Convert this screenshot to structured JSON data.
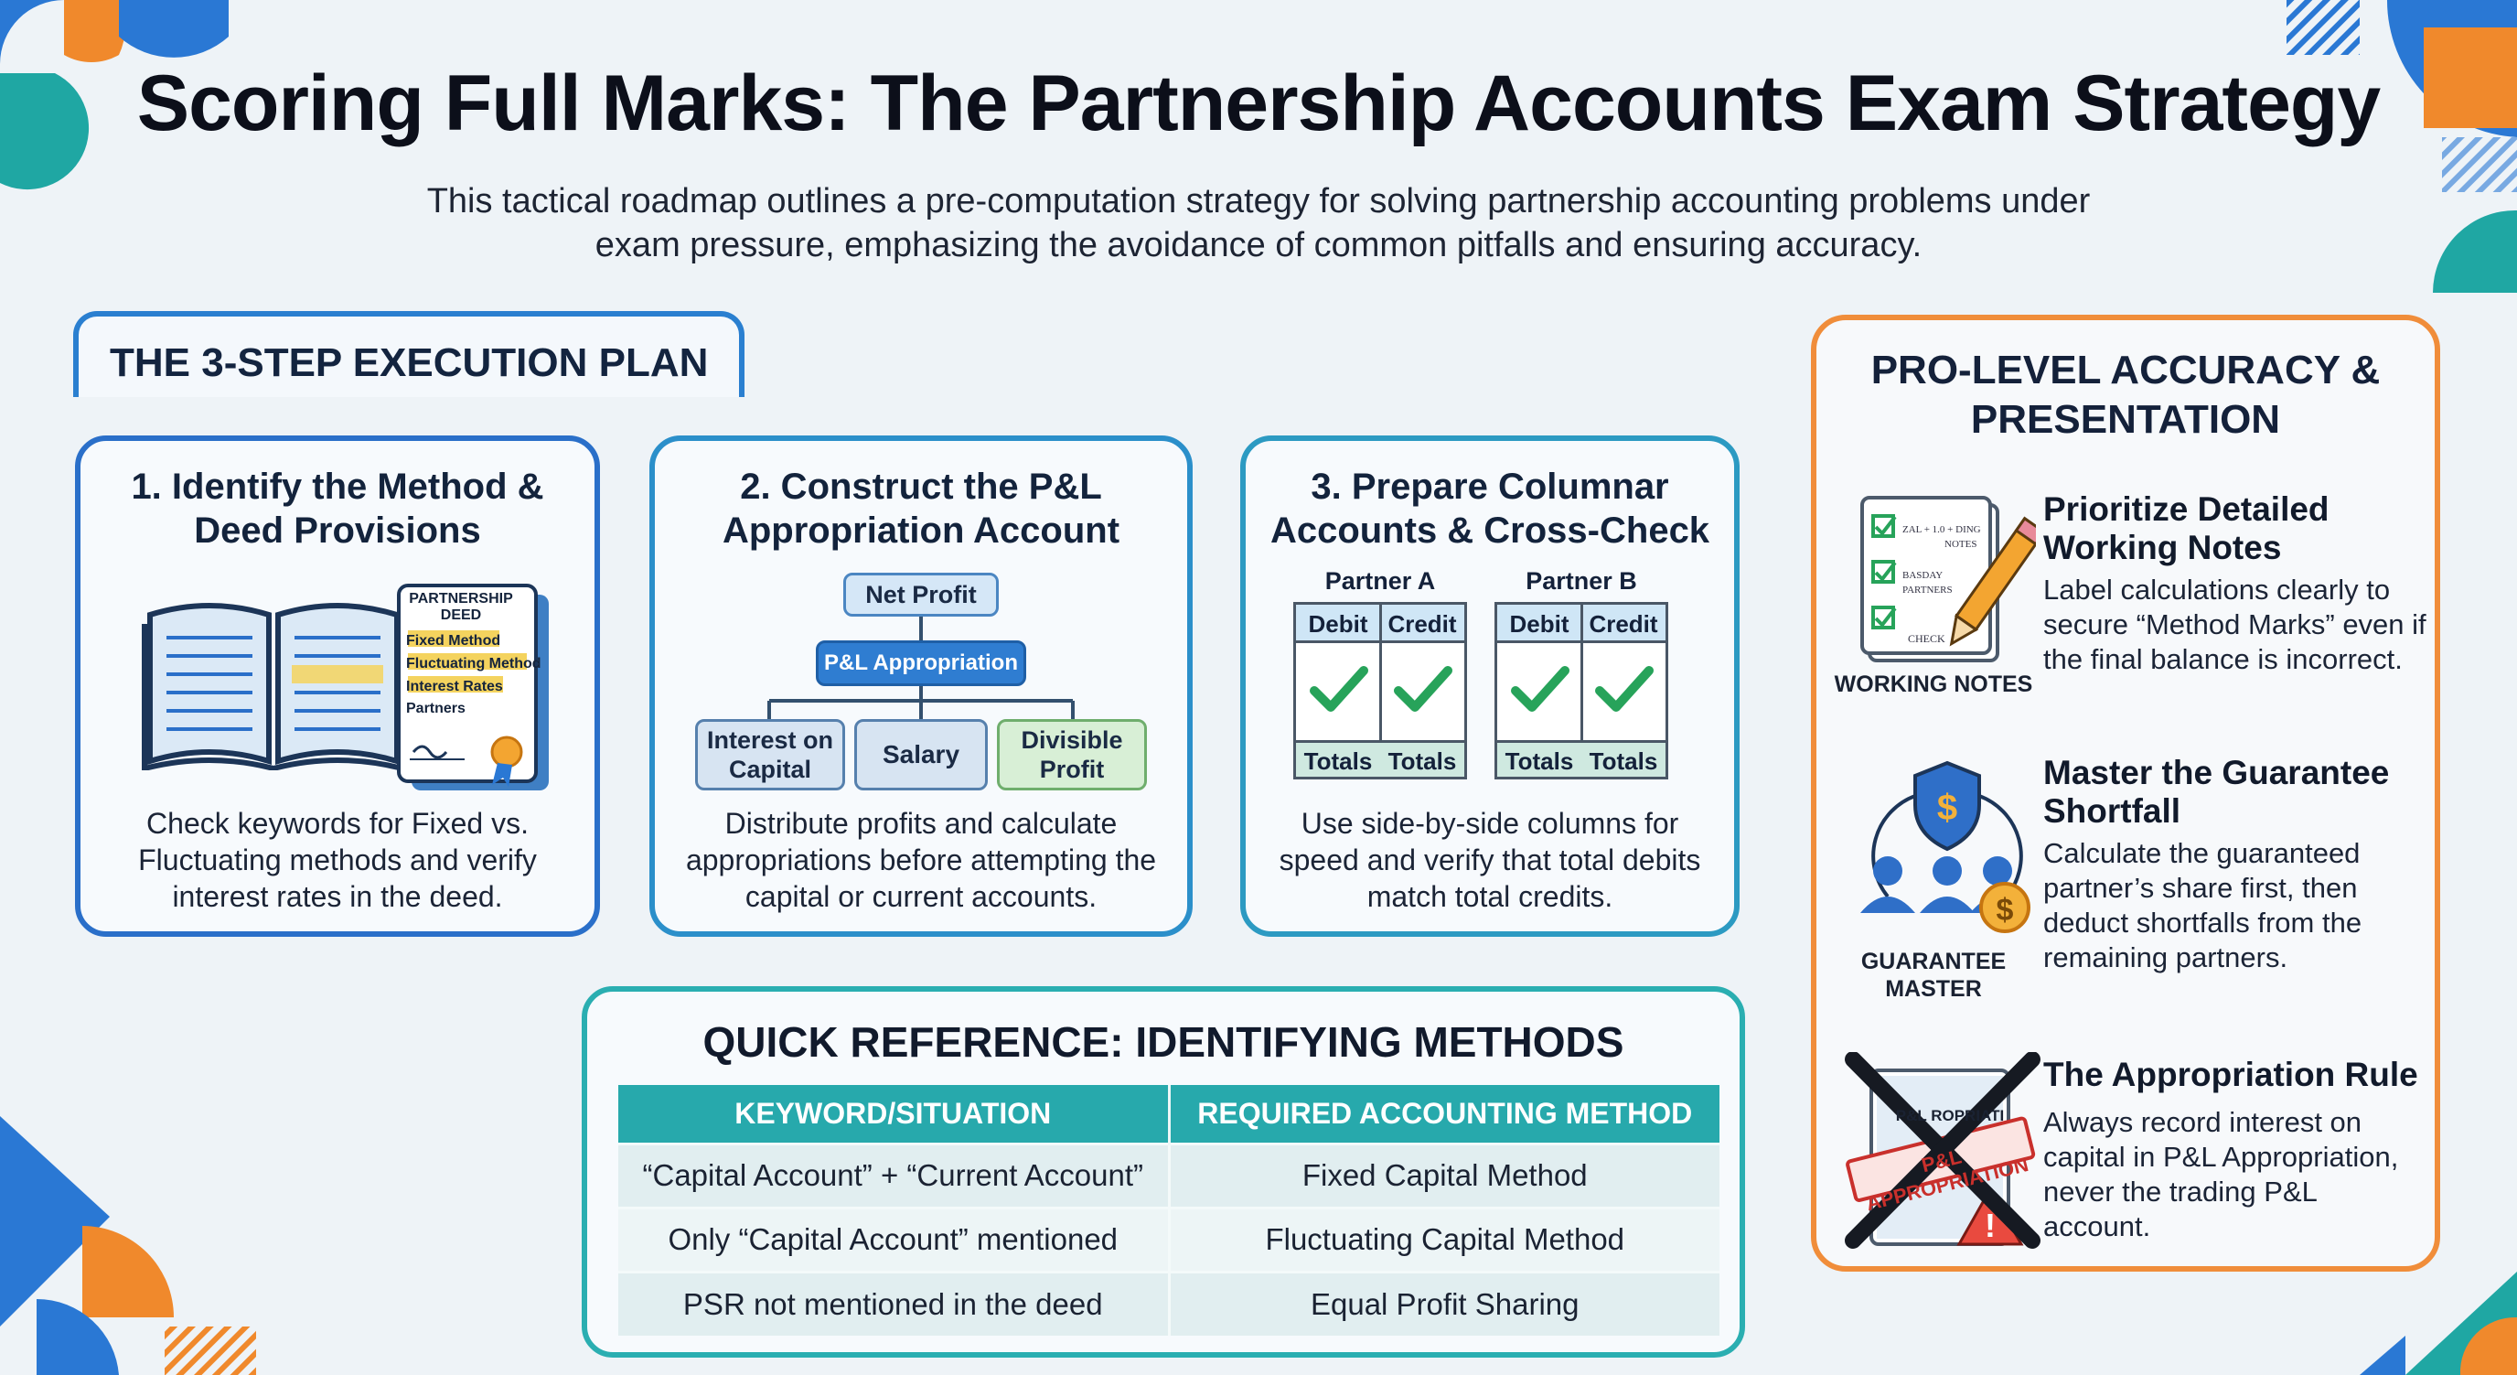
{
  "title": "Scoring Full Marks: The Partnership Accounts Exam Strategy",
  "subtitle": "This tactical roadmap outlines a pre-computation strategy for solving partnership accounting problems under exam pressure, emphasizing the avoidance of common pitfalls and ensuring accuracy.",
  "plan": {
    "section_title": "THE 3-STEP EXECUTION PLAN",
    "steps": [
      {
        "title": "1. Identify the Method & Deed Provisions",
        "description": "Check keywords for Fixed vs. Fluctuating methods and verify interest rates in the deed.",
        "deed": {
          "heading": "PARTNERSHIP DEED",
          "items": [
            "Fixed Method",
            "Fluctuating Method",
            "Interest Rates",
            "Partners"
          ]
        }
      },
      {
        "title": "2. Construct the P&L Appropriation Account",
        "description": "Distribute profits and calculate appropriations before attempting the capital or current accounts.",
        "flow": {
          "top": "Net Profit",
          "middle": "P&L Appropriation",
          "branches": [
            "Interest on Capital",
            "Salary",
            "Divisible Profit"
          ]
        }
      },
      {
        "title": "3. Prepare Columnar Accounts & Cross-Check",
        "description": "Use side-by-side columns for speed and verify that total debits match total credits.",
        "partners": [
          {
            "name": "Partner A",
            "debit": "Debit",
            "credit": "Credit",
            "total": "Totals"
          },
          {
            "name": "Partner B",
            "debit": "Debit",
            "credit": "Credit",
            "total": "Totals"
          }
        ]
      }
    ]
  },
  "quick_reference": {
    "title": "QUICK REFERENCE: IDENTIFYING METHODS",
    "headers": [
      "KEYWORD/SITUATION",
      "REQUIRED ACCOUNTING METHOD"
    ],
    "rows": [
      [
        "“Capital Account” + “Current Account”",
        "Fixed Capital Method"
      ],
      [
        "Only “Capital Account” mentioned",
        "Fluctuating Capital Method"
      ],
      [
        "PSR not mentioned in the deed",
        "Equal Profit Sharing"
      ]
    ]
  },
  "pro_level": {
    "title": "PRO-LEVEL ACCURACY & PRESENTATION",
    "items": [
      {
        "heading": "Prioritize Detailed Working Notes",
        "text": "Label calculations clearly to secure “Method Marks” even if the final balance is incorrect.",
        "icon": "working-notes-icon",
        "caption": "WORKING NOTES",
        "notes": [
          "ZAL + 1.0 + DING",
          "NOTES",
          "BASDAY",
          "PARTNERS",
          "CHECK"
        ]
      },
      {
        "heading": "Master the Guarantee Shortfall",
        "text": "Calculate the guaranteed partner’s share first, then deduct shortfalls from the remaining partners.",
        "icon": "guarantee-master-icon",
        "caption": "GUARANTEE MASTER"
      },
      {
        "heading": "The Appropriation Rule",
        "text": "Always record interest on capital in P&L Appropriation, never the trading P&L account.",
        "icon": "crossed-document-icon",
        "doc_label": "P&L ROPRIATI",
        "stamp": "P&L APPROPRIATION"
      }
    ]
  },
  "colors": {
    "step1": "#2a6fc9",
    "step2": "#2b8fca",
    "step3": "#2c9ac2",
    "quick_reference": "#2aaeb1",
    "pro_panel": "#f08d3a"
  }
}
